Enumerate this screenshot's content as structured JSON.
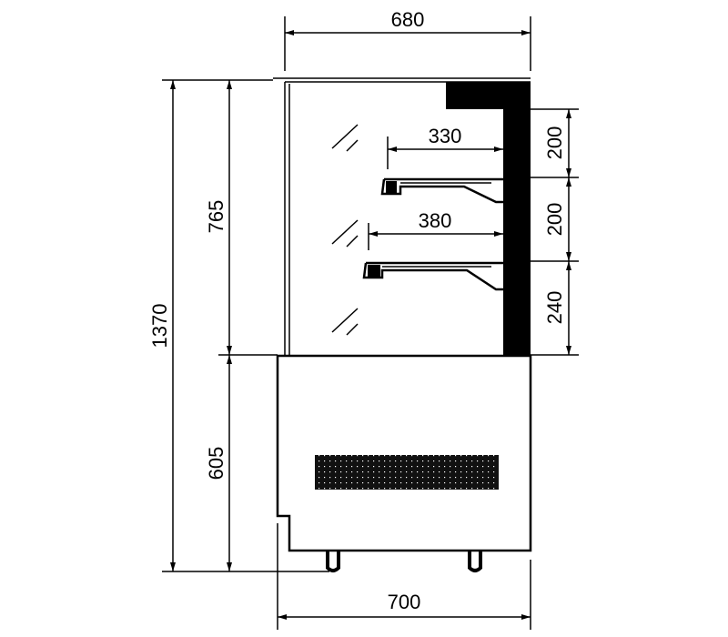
{
  "drawing": {
    "title": "Display cabinet side elevation",
    "dimensions": {
      "top_width": "680",
      "bottom_width": "700",
      "total_height": "1370",
      "upper_height": "765",
      "lower_height": "605",
      "shelf_gap_top": "200",
      "shelf_gap_middle": "200",
      "shelf_gap_bottom": "240",
      "shelf_top_depth": "330",
      "shelf_bottom_depth": "380"
    },
    "colors": {
      "line": "#000000",
      "background": "#ffffff"
    }
  }
}
